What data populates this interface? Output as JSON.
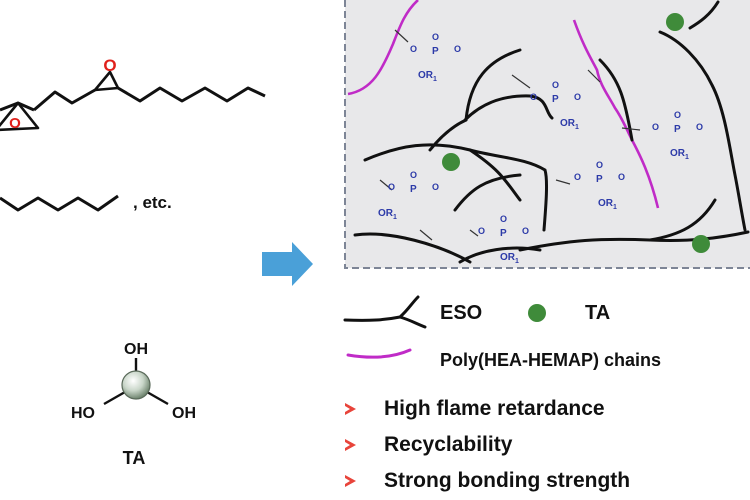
{
  "colors": {
    "eso": "#111111",
    "poly_chain": "#c02bc7",
    "phosphate": "#2c3aa8",
    "ta_dot": "#3f8b3a",
    "epoxide_o": "#e0201b",
    "arrow": "#4aa0d8",
    "bullet": "#e8443a",
    "box_bg": "#e8e8ea",
    "box_border": "#7d8596"
  },
  "left": {
    "etc_label": ", etc.",
    "epoxide_o_labels": [
      "O",
      "O"
    ],
    "ta_oh_labels": [
      "OH",
      "HO",
      "OH"
    ],
    "ta_name": "TA"
  },
  "network": {
    "phosphate_o": "O",
    "phosphate_p": "P",
    "phosphate_or": "OR",
    "phosphate_sub": "1"
  },
  "legend": {
    "eso_label": "ESO",
    "ta_label": "TA",
    "chain_label": "Poly(HEA-HEMAP) chains"
  },
  "features": [
    "High flame retardance",
    "Recyclability",
    "Strong bonding strength"
  ]
}
